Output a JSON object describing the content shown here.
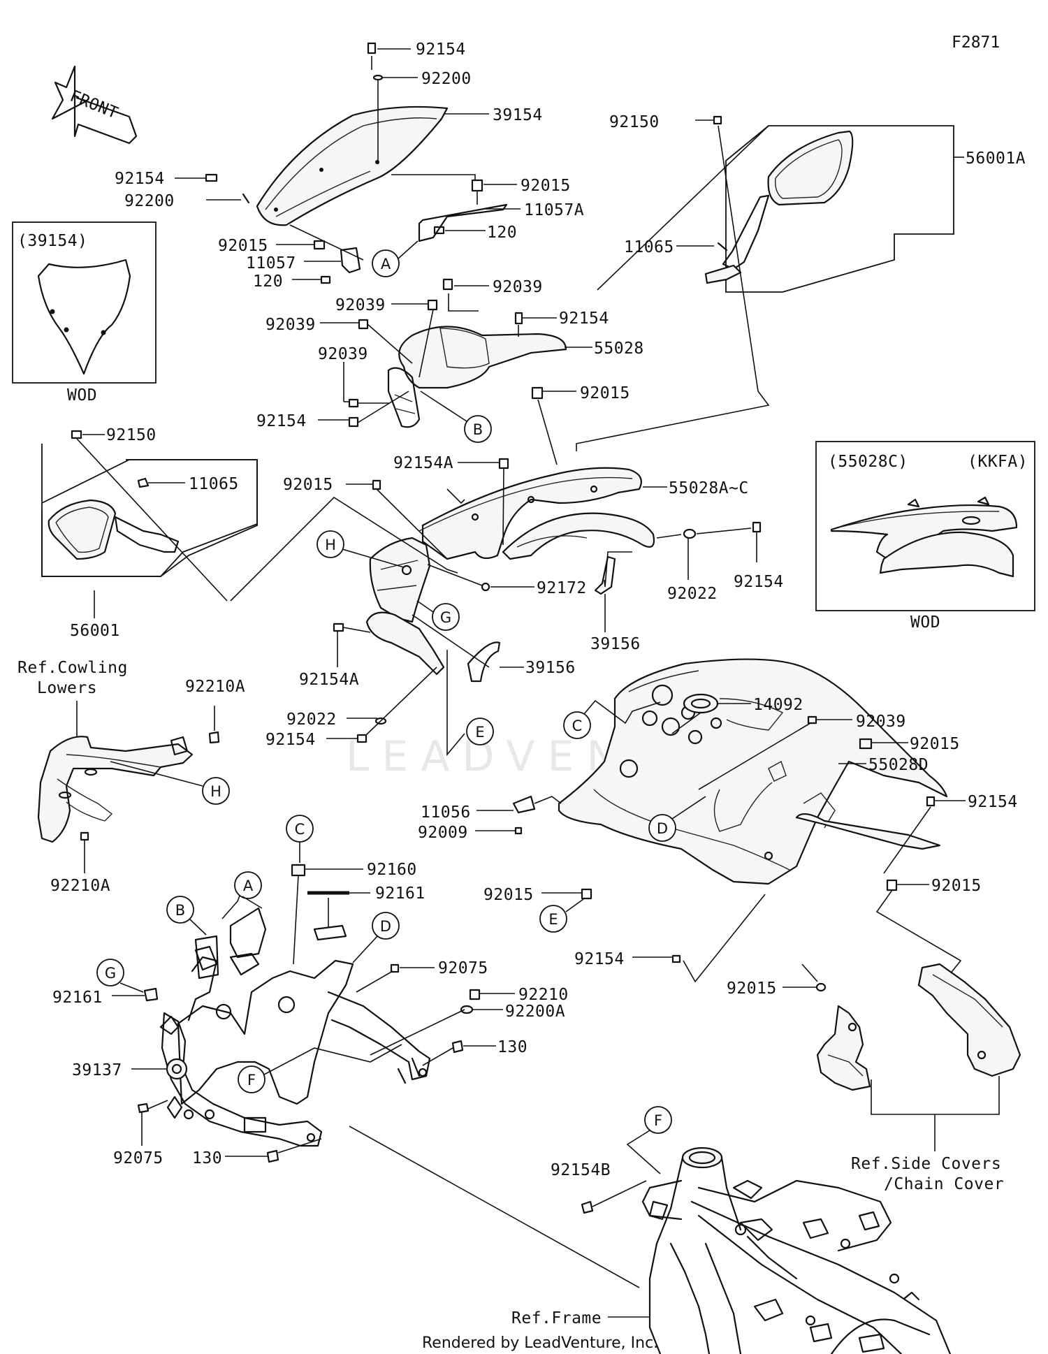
{
  "figure_code": "F2871",
  "front_arrow": "FRONT",
  "watermark": "LEADVENTURE",
  "footer": "Rendered by LeadVenture, Inc.",
  "inset_windshield": {
    "code": "(39154)",
    "variant": "WOD"
  },
  "inset_cowl": {
    "code": "(55028C)",
    "model": "(KKFA)",
    "variant": "WOD"
  },
  "callouts": {
    "A": "A",
    "B": "B",
    "C": "C",
    "D": "D",
    "E": "E",
    "F": "F",
    "G": "G",
    "H": "H"
  },
  "parts": {
    "p92154_top": "92154",
    "p92200_top": "92200",
    "p39154": "39154",
    "p92154_l": "92154",
    "p92200_l": "92200",
    "p92015_a": "92015",
    "p11057A": "11057A",
    "p92015_b": "92015",
    "p11057": "11057",
    "p120_a": "120",
    "p120_b": "120",
    "p92150_r": "92150",
    "p56001A": "56001A",
    "p11065_r": "11065",
    "p92039_a": "92039",
    "p92039_b": "92039",
    "p92039_c": "92039",
    "p92039_d": "92039",
    "p92154_b": "92154",
    "p55028": "55028",
    "p92015_c": "92015",
    "p92154_c": "92154",
    "p92150_l": "92150",
    "p11065_l": "11065",
    "p56001": "56001",
    "p92154A_a": "92154A",
    "p92015_d": "92015",
    "p55028AC": "55028A~C",
    "p92022_a": "92022",
    "p92154_d": "92154",
    "p92172": "92172",
    "p39156_a": "39156",
    "p39156_b": "39156",
    "p92154A_b": "92154A",
    "p92022_b": "92022",
    "p92154_e": "92154",
    "p14092": "14092",
    "p92039_e": "92039",
    "p92015_e": "92015",
    "p55028D": "55028D",
    "p92154_f": "92154",
    "p11056": "11056",
    "p92009": "92009",
    "p92015_f": "92015",
    "p92015_g": "92015",
    "p92154_g": "92154",
    "p92015_h": "92015",
    "p92210A_a": "92210A",
    "p92210A_b": "92210A",
    "p92160": "92160",
    "p92161_a": "92161",
    "p92075_a": "92075",
    "p92210": "92210",
    "p92200A": "92200A",
    "p130_a": "130",
    "p92161_b": "92161",
    "p39137": "39137",
    "p92075_b": "92075",
    "p130_b": "130",
    "p92154B": "92154B"
  },
  "refs": {
    "cowling_lowers_1": "Ref.Cowling",
    "cowling_lowers_2": "Lowers",
    "side_covers_1": "Ref.Side Covers",
    "side_covers_2": "/Chain Cover",
    "frame": "Ref.Frame"
  }
}
